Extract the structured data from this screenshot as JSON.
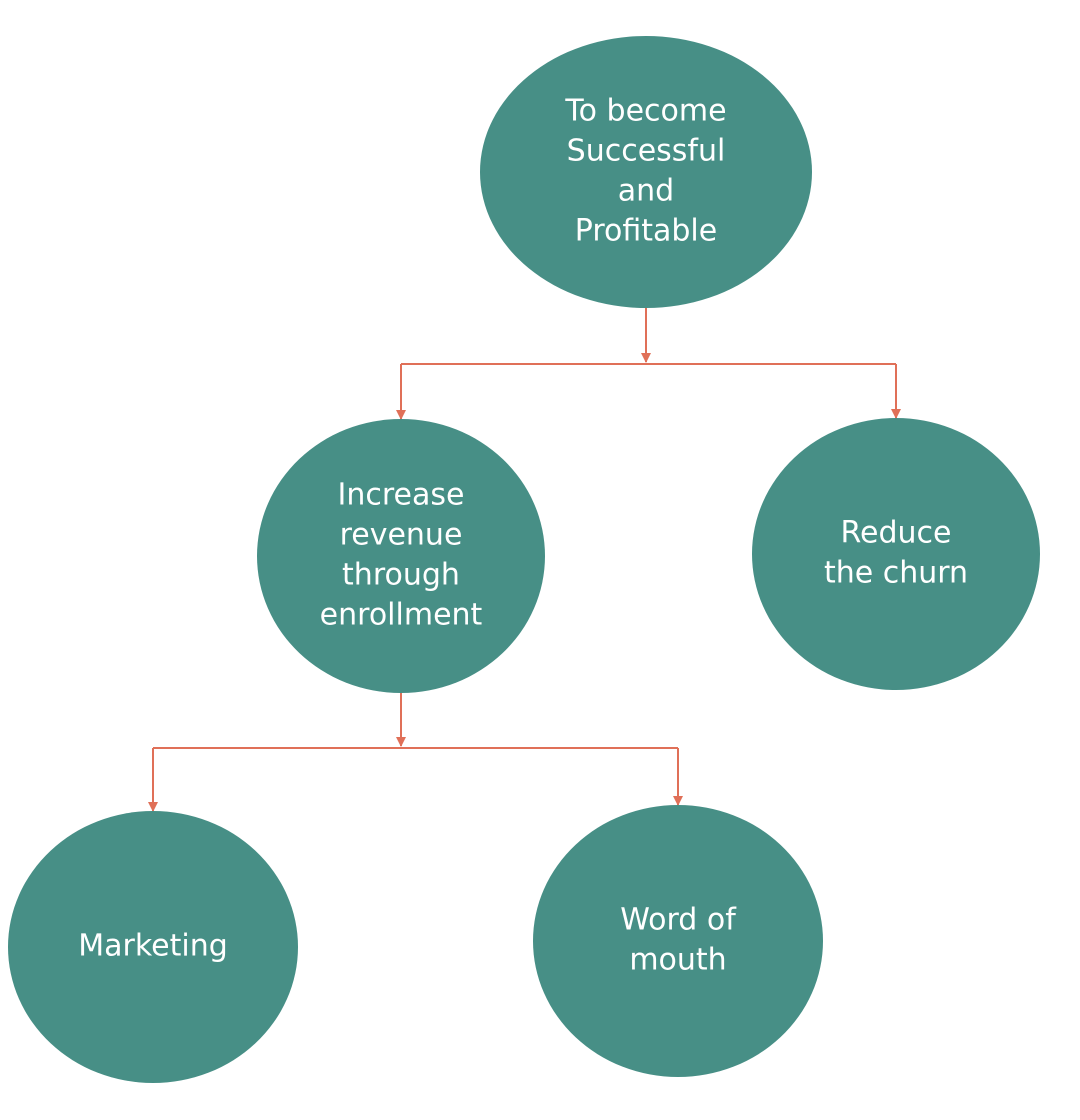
{
  "colors": {
    "node_fill": "#478F86",
    "connector": "#E07058",
    "text": "#FFFFFF",
    "background": "#FFFFFF"
  },
  "nodes": [
    {
      "id": "root",
      "lines": [
        "To become",
        "Successful",
        "and",
        "Profitable"
      ]
    },
    {
      "id": "revenue",
      "lines": [
        "Increase",
        "revenue",
        "through",
        "enrollment"
      ]
    },
    {
      "id": "churn",
      "lines": [
        "Reduce",
        "the churn"
      ]
    },
    {
      "id": "marketing",
      "lines": [
        "Marketing"
      ]
    },
    {
      "id": "word-of-mouth",
      "lines": [
        "Word of",
        "mouth"
      ]
    }
  ],
  "edges": [
    {
      "from": "root",
      "to": "revenue"
    },
    {
      "from": "root",
      "to": "churn"
    },
    {
      "from": "revenue",
      "to": "marketing"
    },
    {
      "from": "revenue",
      "to": "word-of-mouth"
    }
  ]
}
